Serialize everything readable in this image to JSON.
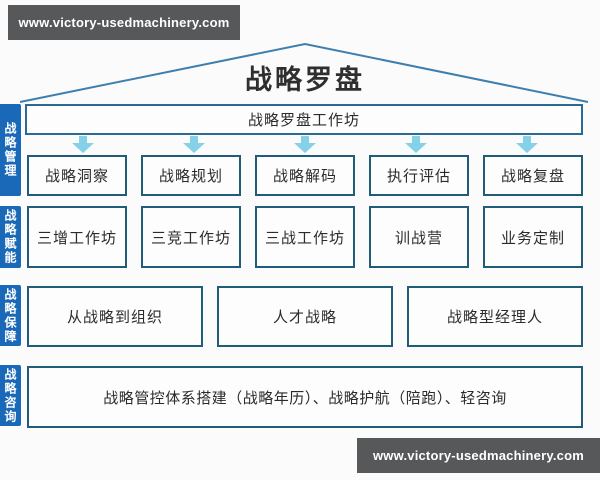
{
  "watermark": {
    "top_text": "www.victory-usedmachinery.com",
    "bottom_text": "www.victory-usedmachinery.com"
  },
  "diagram": {
    "title": "战略罗盘",
    "banner": "战略罗盘工作坊",
    "side_labels": [
      {
        "label": "战略管理"
      },
      {
        "label": "战略赋能"
      },
      {
        "label": "战略保障"
      },
      {
        "label": "战略咨询"
      }
    ],
    "rows": {
      "phases": {
        "items": [
          "战略洞察",
          "战略规划",
          "战略解码",
          "执行评估",
          "战略复盘"
        ]
      },
      "workshops": {
        "items": [
          "三增工作坊",
          "三竞工作坊",
          "三战工作坊",
          "训战营",
          "业务定制"
        ]
      },
      "programs": {
        "items": [
          "从战略到组织",
          "人才战略",
          "战略型经理人"
        ]
      },
      "consulting": {
        "items": [
          "战略管控体系搭建（战略年历）、战略护航（陪跑）、轻咨询"
        ]
      }
    },
    "colors": {
      "side_bar_blue": "#1a68b8",
      "box_border": "#215d78",
      "roof_line": "#3e7fae",
      "arrow_fill": "#85d2e8",
      "watermark_bg": "#57585a",
      "text": "#2b2b2b"
    }
  }
}
